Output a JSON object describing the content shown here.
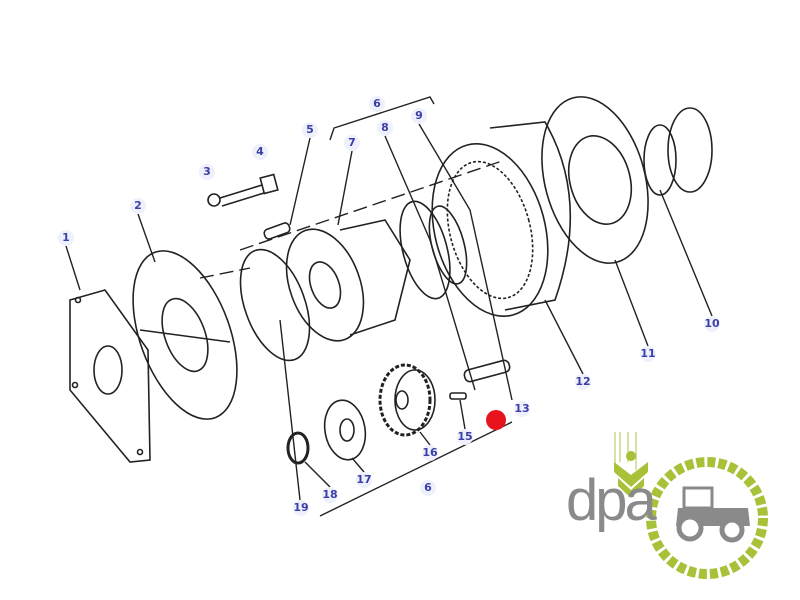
{
  "diagram": {
    "callouts": [
      "1",
      "2",
      "3",
      "4",
      "5",
      "6",
      "7",
      "8",
      "9",
      "10",
      "11",
      "12",
      "13",
      "15",
      "16",
      "17",
      "18",
      "19",
      "6"
    ]
  },
  "logo": {
    "text": "dpa",
    "green": "#a7c139",
    "gray": "#8a8a8a"
  },
  "marker_color": "#e8141c"
}
